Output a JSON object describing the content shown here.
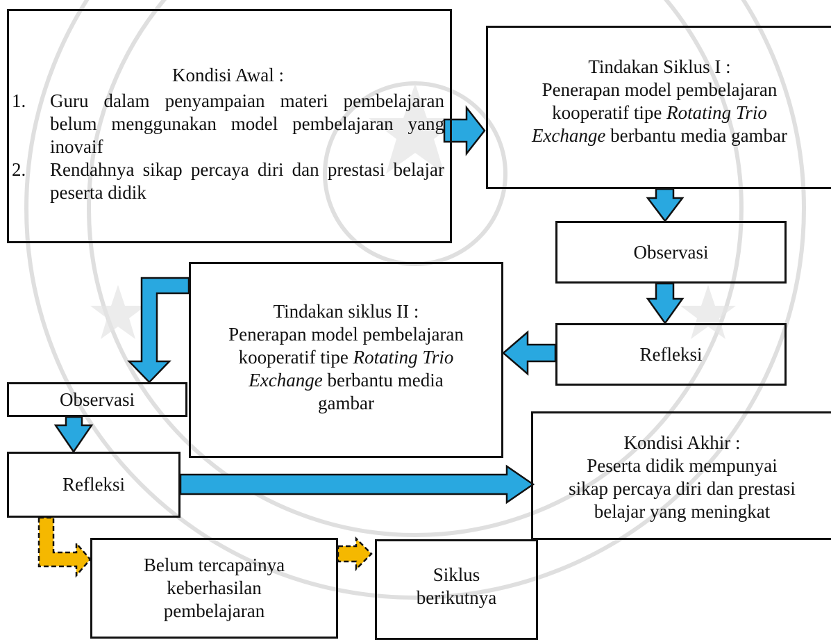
{
  "colors": {
    "blue_arrow": "#29a8e0",
    "yellow_arrow": "#f5b800",
    "border": "#111111"
  },
  "kondisi_awal": {
    "title": "Kondisi Awal :",
    "items": [
      {
        "num": "1.",
        "text": "Guru dalam penyampaian materi pembelajaran belum menggunakan model pembelajaran yang inovaif"
      },
      {
        "num": "2.",
        "text": "Rendahnya sikap percaya diri dan prestasi belajar peserta didik"
      }
    ]
  },
  "siklus1": {
    "title": "Tindakan Siklus I :",
    "line1": "Penerapan model pembelajaran",
    "line2_pre": "kooperatif tipe ",
    "line2_em": "Rotating Trio",
    "line3_em": "Exchange",
    "line3_post": " berbantu media gambar"
  },
  "observasi1": "Observasi",
  "refleksi1": "Refleksi",
  "siklus2": {
    "title": "Tindakan siklus II :",
    "line1": "Penerapan model pembelajaran",
    "line2_pre": "kooperatif tipe ",
    "line2_em": "Rotating Trio",
    "line3_em": "Exchange",
    "line3_post": " berbantu media",
    "line4": "gambar"
  },
  "observasi2": "Observasi",
  "refleksi2": "Refleksi",
  "kondisi_akhir": {
    "title": "Kondisi Akhir :",
    "line1": "Peserta didik mempunyai",
    "line2": "sikap percaya diri dan prestasi",
    "line3": "belajar yang meningkat"
  },
  "belum": {
    "line1": "Belum tercapainya",
    "line2": "keberhasilan",
    "line3": "pembelajaran"
  },
  "siklus_berikutnya": {
    "line1": "Siklus",
    "line2": "berikutnya"
  }
}
